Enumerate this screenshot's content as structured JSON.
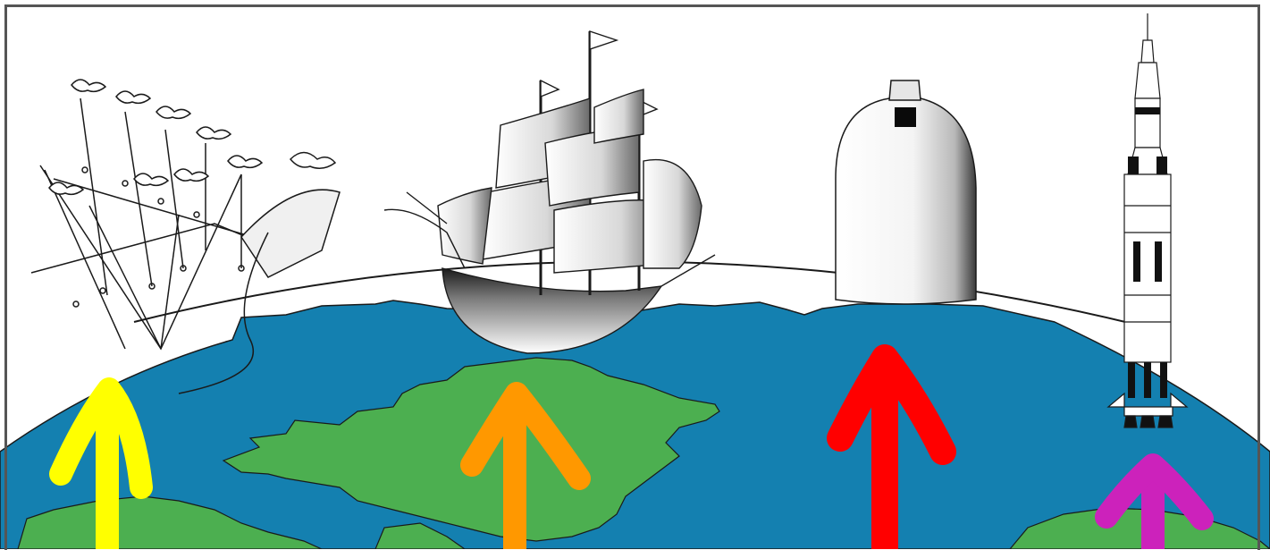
{
  "scene": {
    "colors": {
      "ocean": "#1480b0",
      "land": "#4caf50",
      "outline": "#1a1a1a",
      "frame": "#555555"
    },
    "arrows": [
      {
        "name": "arrow-yellow",
        "color": "#ffff00"
      },
      {
        "name": "arrow-orange",
        "color": "#ff9800"
      },
      {
        "name": "arrow-red",
        "color": "#ff0000"
      },
      {
        "name": "arrow-magenta",
        "color": "#cc22bb"
      }
    ],
    "objects": [
      "bird-flying-machine",
      "sailing-ship",
      "space-capsule",
      "saturn-v-rocket"
    ]
  }
}
